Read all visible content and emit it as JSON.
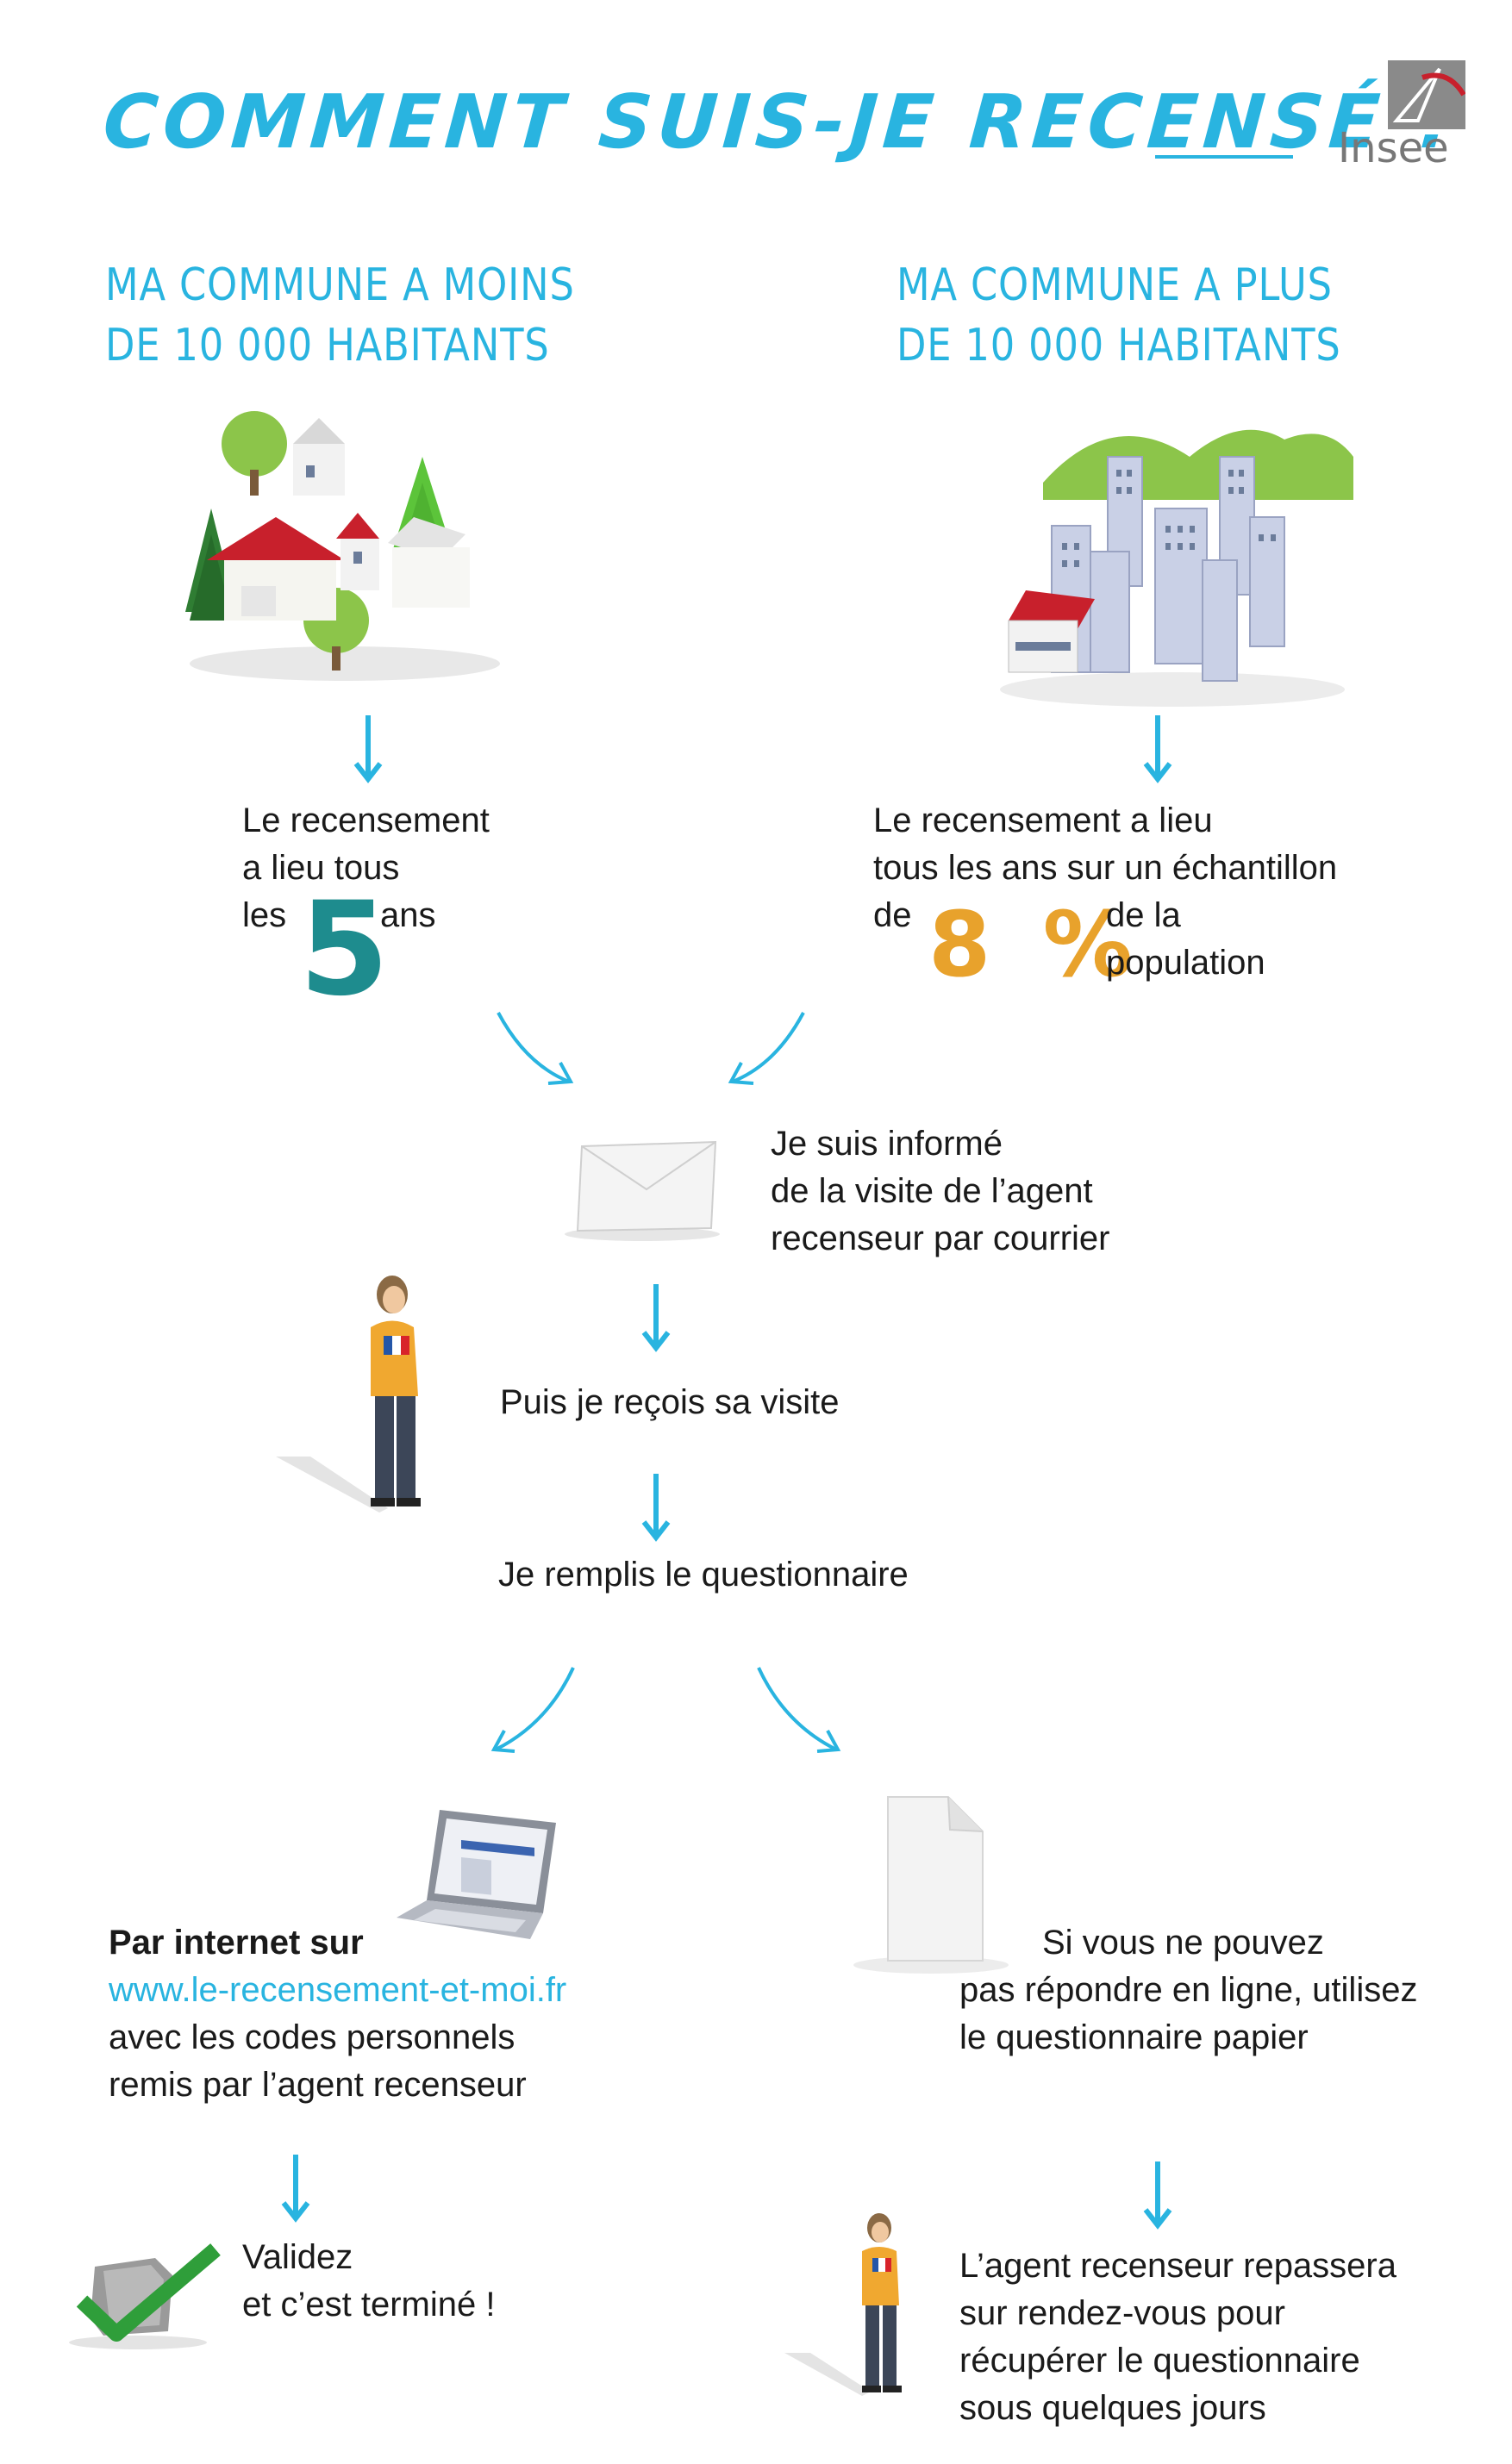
{
  "header": {
    "title": "COMMENT SUIS-JE RECENSÉ ?",
    "logo_text": "Insee"
  },
  "left_column": {
    "heading_line1": "MA COMMUNE A MOINS",
    "heading_line2": "DE 10 000 HABITANTS",
    "text_line1": "Le recensement",
    "text_line2": "a lieu tous",
    "text_line3_pre": "les",
    "big_number": "5",
    "text_line3_post": "ans"
  },
  "right_column": {
    "heading_line1": "MA COMMUNE A PLUS",
    "heading_line2": "DE 10 000 HABITANTS",
    "text_line1": "Le recensement a lieu",
    "text_line2": "tous les ans sur un échantillon",
    "text_line3_pre": "de",
    "big_number": "8 %",
    "text_line3_post": "de la population"
  },
  "steps": {
    "informed_line1": "Je suis informé",
    "informed_line2": "de la visite de l’agent",
    "informed_line3": "recenseur par courrier",
    "visit": "Puis je reçois sa visite",
    "fill": "Je remplis le questionnaire"
  },
  "internet": {
    "label_bold": "Par internet sur",
    "url": "www.le-recensement-et-moi.fr",
    "line3": "avec les codes personnels",
    "line4": "remis par l’agent recenseur",
    "validate_line1": "Validez",
    "validate_line2": "et c’est terminé !"
  },
  "paper": {
    "line1": "Si vous ne pouvez",
    "line2": "pas répondre en ligne, utilisez",
    "line3": "le questionnaire papier",
    "agent_line1": "L’agent recenseur repassera",
    "agent_line2": "sur rendez-vous pour",
    "agent_line3": "récupérer le questionnaire",
    "agent_line4": "sous quelques jours"
  },
  "colors": {
    "accent": "#29b4e0",
    "teal": "#1e8c8e",
    "orange": "#e8a22c",
    "green": "#2f9e3a",
    "roof_red": "#c8202c"
  }
}
